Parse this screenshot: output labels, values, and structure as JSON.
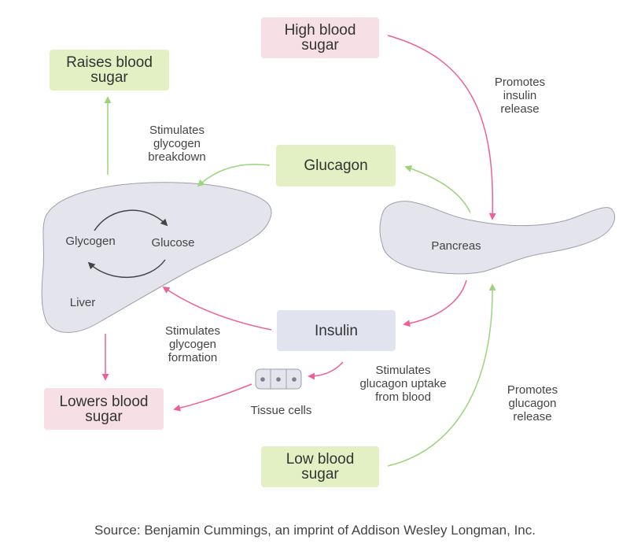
{
  "boxes": {
    "high_blood_sugar": "High blood\nsugar",
    "raises_blood_sugar": "Raises blood\nsugar",
    "glucagon": "Glucagon",
    "insulin": "Insulin",
    "lowers_blood_sugar": "Lowers blood\nsugar",
    "low_blood_sugar": "Low blood\nsugar"
  },
  "labels": {
    "promotes_insulin_release": "Promotes\ninsulin\nrelease",
    "stimulates_glycogen_breakdown": "Stimulates\nglycogen\nbreakdown",
    "glycogen": "Glycogen",
    "glucose": "Glucose",
    "liver": "Liver",
    "pancreas": "Pancreas",
    "stimulates_glycogen_formation": "Stimulates\nglycogen\nformation",
    "stimulates_glucagon_uptake": "Stimulates\nglucagon uptake\nfrom blood",
    "tissue_cells": "Tissue cells",
    "promotes_glucagon_release": "Promotes\nglucagon\nrelease"
  },
  "source": "Source: Benjamin Cummings, an imprint of Addison Wesley Longman, Inc.",
  "colors": {
    "green_box": "#e2f0c3",
    "pink_box": "#f7dfe6",
    "gray_box": "#e1e3ee",
    "green_arrow": "#9bd47a",
    "pink_arrow": "#ee5f9a",
    "organ_fill": "#e4e5ec"
  }
}
